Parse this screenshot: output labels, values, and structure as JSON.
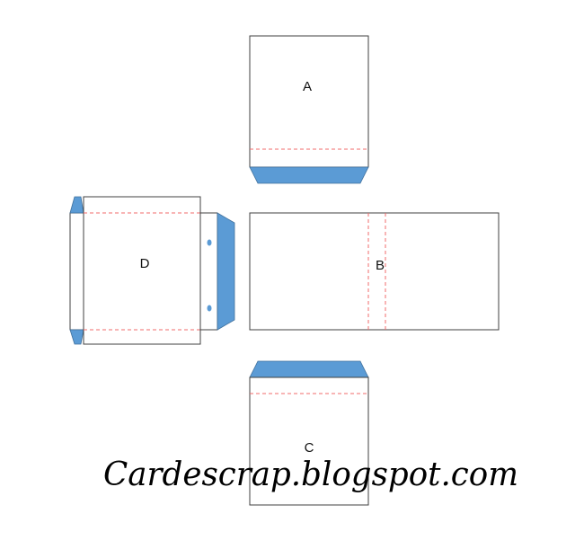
{
  "panels": {
    "a": {
      "label": "A"
    },
    "b": {
      "label": "B"
    },
    "c": {
      "label": "C"
    },
    "d": {
      "label": "D"
    }
  },
  "watermark": "Cardescrap.blogspot.com",
  "colors": {
    "tab_fill": "#5b9bd5",
    "score_line": "#f26b6b",
    "outline": "#404040"
  }
}
